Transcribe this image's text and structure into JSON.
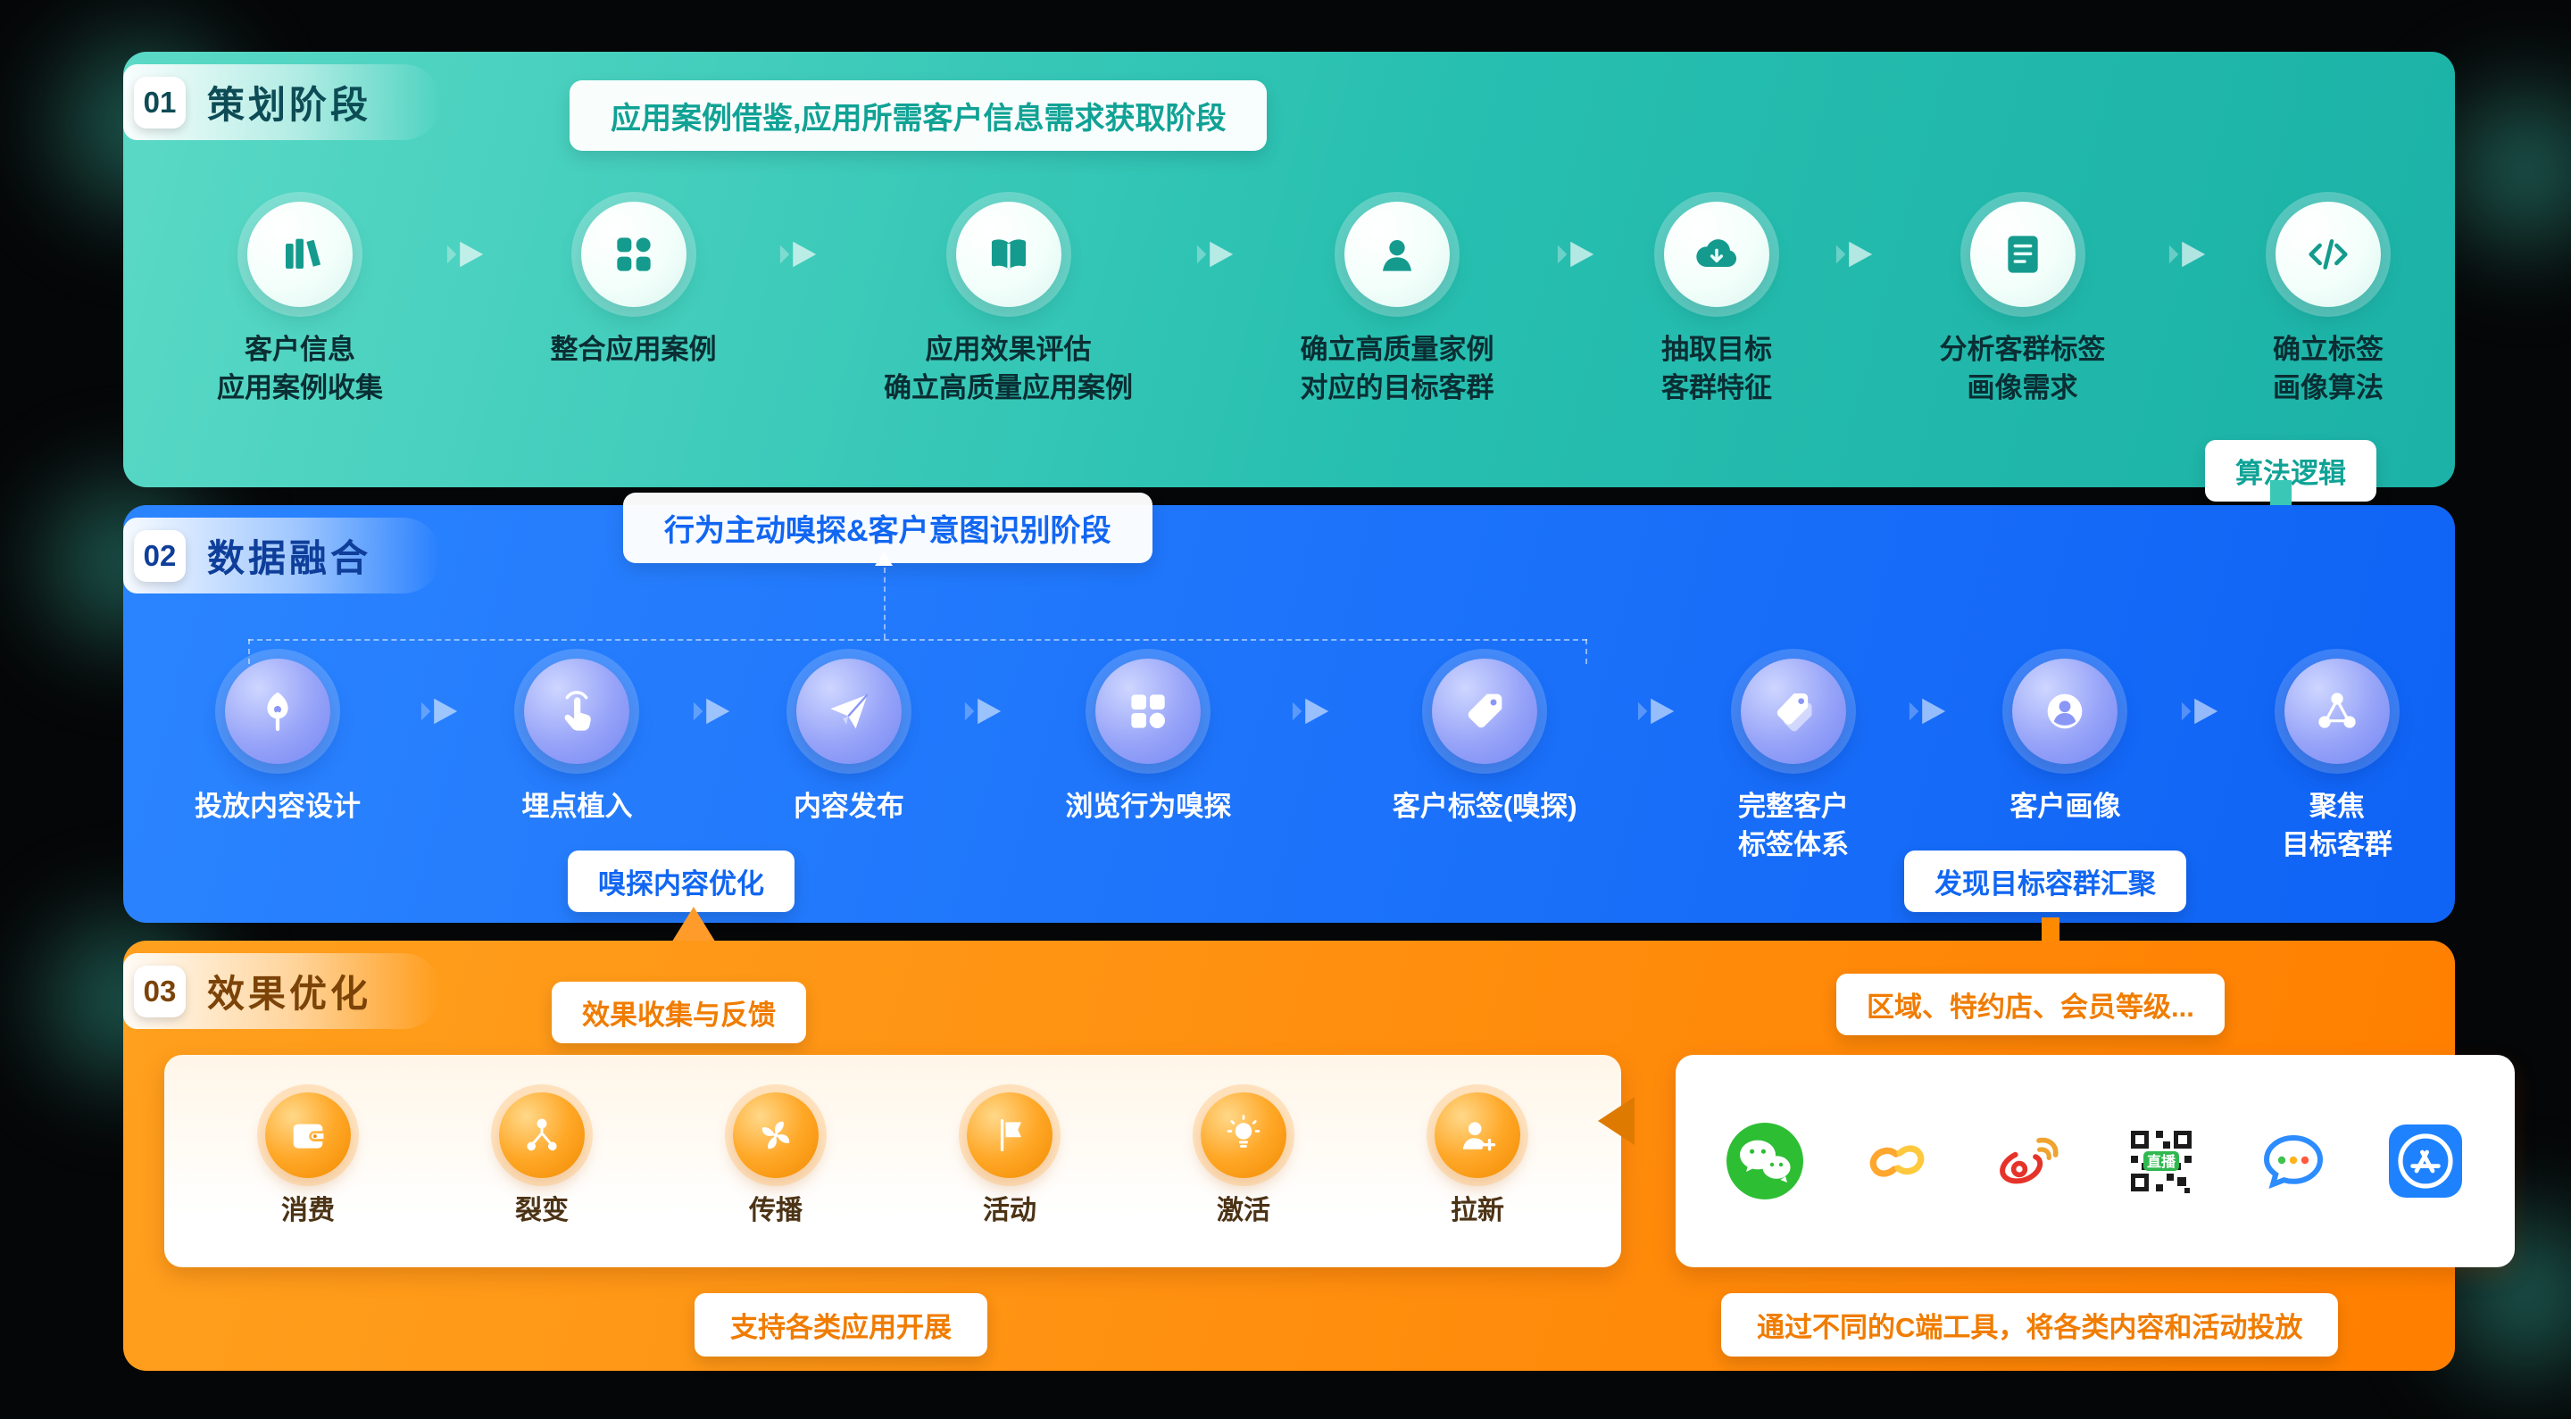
{
  "colors": {
    "phase1_band": "#23bcae",
    "phase2_band": "#1470ff",
    "phase3_band": "#ff8a00",
    "badge_text_teal": "#0fa396",
    "badge_text_blue": "#1166f2",
    "badge_text_orange": "#f07c00"
  },
  "phases": [
    {
      "number": "01",
      "title": "策划阶段",
      "banner": "应用案例借鉴,应用所需客户信息需求获取阶段",
      "tail_badge": "算法逻辑",
      "steps": [
        {
          "icon": "books-icon",
          "label": "客户信息\n应用案例收集"
        },
        {
          "icon": "app-grid-icon",
          "label": "整合应用案例"
        },
        {
          "icon": "open-book-icon",
          "label": "应用效果评估\n确立高质量应用案例"
        },
        {
          "icon": "user-frame-icon",
          "label": "确立高质量家例\n对应的目标客群"
        },
        {
          "icon": "cloud-download-icon",
          "label": "抽取目标\n客群特征"
        },
        {
          "icon": "document-list-icon",
          "label": "分析客群标签\n画像需求"
        },
        {
          "icon": "code-icon",
          "label": "确立标签\n画像算法"
        }
      ]
    },
    {
      "number": "02",
      "title": "数据融合",
      "banner": "行为主动嗅探&客户意图识别阶段",
      "badge_optimize": "嗅探内容优化",
      "badge_converge": "发现目标容群汇聚",
      "steps": [
        {
          "icon": "pen-icon",
          "label": "投放内容设计"
        },
        {
          "icon": "tap-icon",
          "label": "埋点植入"
        },
        {
          "icon": "paper-plane-icon",
          "label": "内容发布"
        },
        {
          "icon": "browse-grid-icon",
          "label": "浏览行为嗅探"
        },
        {
          "icon": "tag-icon",
          "label": "客户标签(嗅探)"
        },
        {
          "icon": "tags-icon",
          "label": "完整客户\n标签体系"
        },
        {
          "icon": "user-circle-icon",
          "label": "客户画像"
        },
        {
          "icon": "network-icon",
          "label": "聚焦\n目标客群"
        }
      ]
    },
    {
      "number": "03",
      "title": "效果优化",
      "feedback_badge": "效果收集与反馈",
      "segment_badge": "区域、特约店、会员等级...",
      "apps_caption": "支持各类应用开展",
      "channels_caption": "通过不同的C端工具，将各类内容和活动投放",
      "apps": [
        {
          "icon": "wallet-icon",
          "label": "消费"
        },
        {
          "icon": "fission-icon",
          "label": "裂变"
        },
        {
          "icon": "fan-icon",
          "label": "传播"
        },
        {
          "icon": "flag-icon",
          "label": "活动"
        },
        {
          "icon": "bulb-icon",
          "label": "激活"
        },
        {
          "icon": "user-plus-icon",
          "label": "拉新"
        }
      ],
      "channels": [
        {
          "icon": "wechat-icon",
          "name": "wechat"
        },
        {
          "icon": "wechat-channels-icon",
          "name": "wechat-channels"
        },
        {
          "icon": "weibo-icon",
          "name": "weibo"
        },
        {
          "icon": "live-qr-icon",
          "name": "live-qr-code",
          "label": "直播"
        },
        {
          "icon": "chat-bubble-icon",
          "name": "chat-tool"
        },
        {
          "icon": "appstore-icon",
          "name": "app-store"
        }
      ]
    }
  ]
}
